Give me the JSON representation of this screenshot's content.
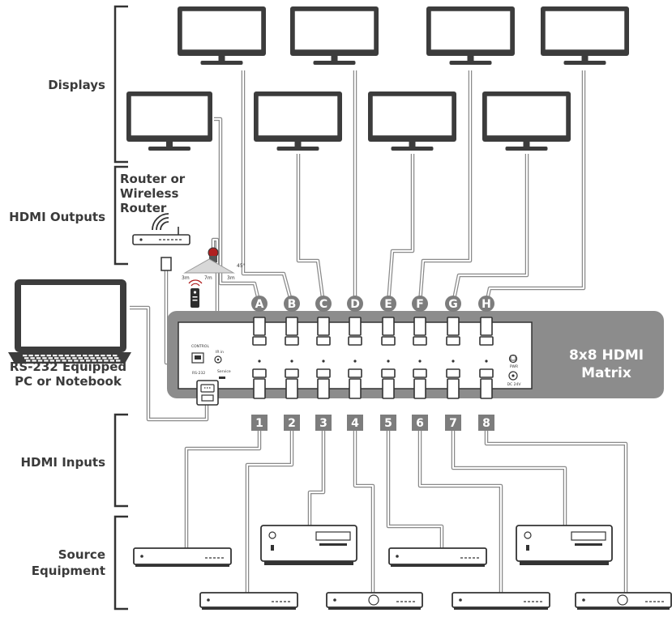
{
  "labels": {
    "displays": "Displays",
    "hdmi_outputs": "HDMI Outputs",
    "hdmi_inputs": "HDMI Inputs",
    "source_equipment_line1": "Source",
    "source_equipment_line2": "Equipment",
    "router_line1": "Router or",
    "router_line2": "Wireless",
    "router_line3": "Router",
    "pc_line1": "RS-232 Equipped",
    "pc_line2": "PC or Notebook",
    "matrix_line1": "8x8 HDMI",
    "matrix_line2": "Matrix"
  },
  "outputs": [
    "A",
    "B",
    "C",
    "D",
    "E",
    "F",
    "G",
    "H"
  ],
  "inputs": [
    "1",
    "2",
    "3",
    "4",
    "5",
    "6",
    "7",
    "8"
  ],
  "panel_text": {
    "control": "CONTROL",
    "ir_in": "IR in",
    "rs232": "RS-232",
    "service": "Service",
    "dc": "DC 24V",
    "power": "PWR"
  },
  "ir_range": {
    "angle": "45°",
    "left": "3m",
    "center": "7m",
    "right": "3m"
  },
  "colors": {
    "matrix_body": "#8c8c8c",
    "panel": "#ffffff",
    "badge": "#7d7d7d",
    "cable": "#8a8a8a",
    "text": "#3a3a3a",
    "ir_emitter": "#b02020"
  }
}
